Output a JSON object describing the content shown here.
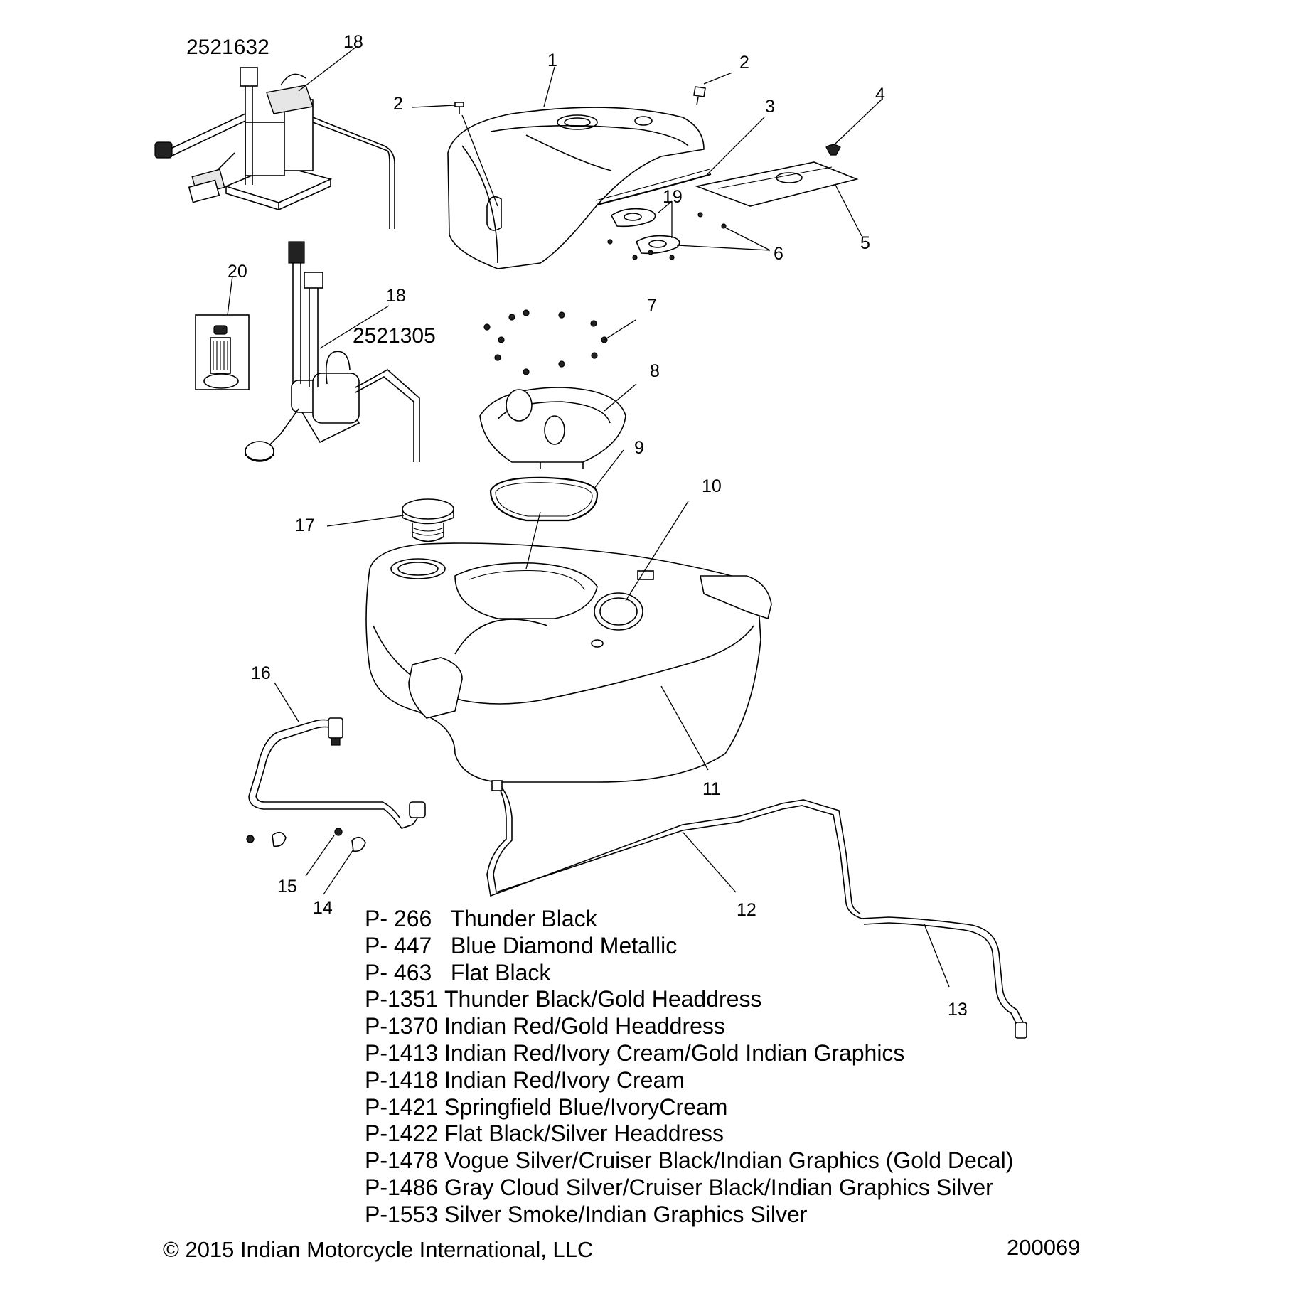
{
  "part_numbers": [
    "2521632",
    "2521305"
  ],
  "callouts": [
    "1",
    "2",
    "2",
    "3",
    "4",
    "5",
    "6",
    "7",
    "8",
    "9",
    "10",
    "11",
    "12",
    "13",
    "14",
    "15",
    "16",
    "17",
    "18",
    "18",
    "19",
    "20"
  ],
  "paint_codes": [
    {
      "code": "P- 266",
      "name": "Thunder Black"
    },
    {
      "code": "P- 447",
      "name": "Blue Diamond Metallic"
    },
    {
      "code": "P- 463",
      "name": "Flat Black"
    },
    {
      "code": "P-1351",
      "name": "Thunder Black/Gold Headdress"
    },
    {
      "code": "P-1370",
      "name": "Indian Red/Gold Headdress"
    },
    {
      "code": "P-1413",
      "name": "Indian Red/Ivory Cream/Gold Indian Graphics"
    },
    {
      "code": "P-1418",
      "name": "Indian Red/Ivory Cream"
    },
    {
      "code": "P-1421",
      "name": "Springfield Blue/IvoryCream"
    },
    {
      "code": "P-1422",
      "name": "Flat Black/Silver Headdress"
    },
    {
      "code": "P-1478",
      "name": "Vogue Silver/Cruiser Black/Indian Graphics (Gold Decal)"
    },
    {
      "code": "P-1486",
      "name": "Gray Cloud Silver/Cruiser Black/Indian Graphics Silver"
    },
    {
      "code": "P-1553",
      "name": "Silver Smoke/Indian Graphics Silver"
    }
  ],
  "footer": {
    "copyright": "© 2015 Indian Motorcycle International, LLC",
    "drawing_number": "200069"
  }
}
